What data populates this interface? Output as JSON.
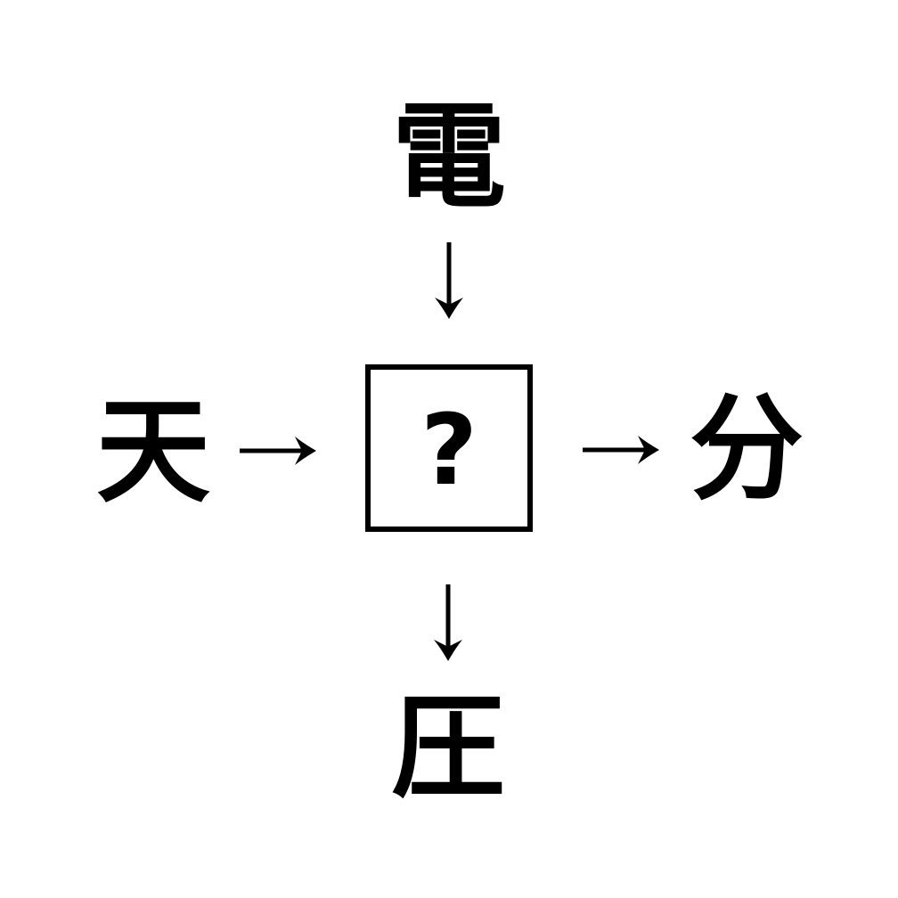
{
  "background_color": "#ffffff",
  "ink_color": "#000000",
  "puzzle": {
    "type": "kanji-fill-in-the-blank",
    "top_kanji": "電",
    "left_kanji": "天",
    "right_kanji": "分",
    "bottom_kanji": "圧",
    "center_placeholder": "?",
    "arrows": [
      {
        "from": "top-kanji",
        "to": "center-box",
        "direction": "down"
      },
      {
        "from": "left-kanji",
        "to": "center-box",
        "direction": "right"
      },
      {
        "from": "center-box",
        "to": "right-kanji",
        "direction": "right"
      },
      {
        "from": "center-box",
        "to": "bottom-kanji",
        "direction": "down"
      }
    ]
  }
}
